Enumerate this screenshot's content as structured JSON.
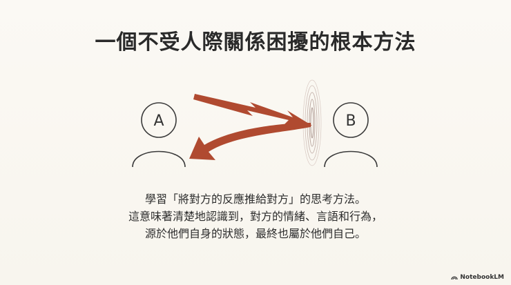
{
  "slide": {
    "title": "一個不受人際關係困擾的根本方法",
    "person_a_label": "A",
    "person_b_label": "B",
    "body_lines": [
      "學習「將對方的反應推給對方」的思考方法。",
      "這意味著清楚地認識到，對方的情緒、言語和行為，",
      "源於他們自身的狀態，最終也屬於他們自己。"
    ]
  },
  "colors": {
    "arrow": "#b04a30",
    "outline": "#3a3a3a",
    "background": "#faf8f3"
  },
  "icons": {
    "brand": "notebooklm-logo-icon"
  },
  "brand": {
    "label": "NotebookLM"
  }
}
